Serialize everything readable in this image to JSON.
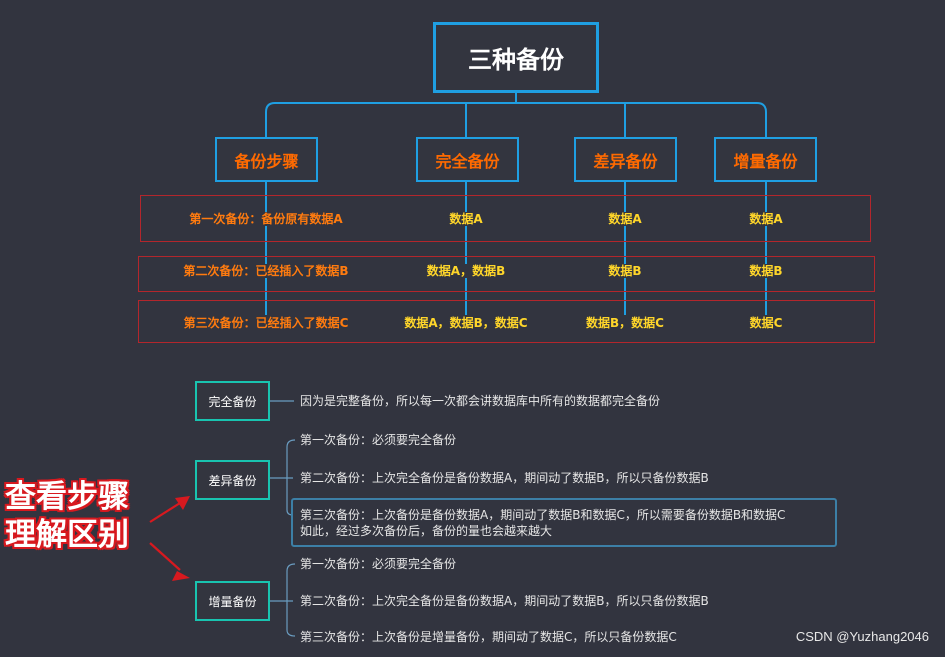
{
  "title": "三种备份",
  "columns": [
    "备份步骤",
    "完全备份",
    "差异备份",
    "增量备份"
  ],
  "table_rows": [
    {
      "step": "第一次备份：备份原有数据A",
      "full": "数据A",
      "diff": "数据A",
      "incr": "数据A"
    },
    {
      "step": "第二次备份：已经插入了数据B",
      "full": "数据A，数据B",
      "diff": "数据B",
      "incr": "数据B"
    },
    {
      "step": "第三次备份：已经插入了数据C",
      "full": "数据A，数据B，数据C",
      "diff": "数据B，数据C",
      "incr": "数据C"
    }
  ],
  "explanations": {
    "full": {
      "label": "完全备份",
      "text": "因为是完整备份，所以每一次都会讲数据库中所有的数据都完全备份"
    },
    "diff": {
      "label": "差异备份",
      "items": [
        "第一次备份：必须要完全备份",
        "第二次备份：上次完全备份是备份数据A，期间动了数据B，所以只备份数据B",
        "第三次备份：上次备份是备份数据A，期间动了数据B和数据C，所以需要备份数据B和数据C",
        "如此，经过多次备份后，备份的量也会越来越大"
      ]
    },
    "incr": {
      "label": "增量备份",
      "items": [
        "第一次备份：必须要完全备份",
        "第二次备份：上次完全备份是备份数据A，期间动了数据B，所以只备份数据B",
        "第三次备份：上次备份是增量备份，期间动了数据C，所以只备份数据C"
      ]
    }
  },
  "annotation": [
    "查看步骤",
    "理解区别"
  ],
  "watermark": "CSDN @Yuzhang2046",
  "colors": {
    "background": "#32343f",
    "blue_border": "#1f9fe2",
    "header_text": "#ff6a00",
    "step_text": "#ff7b0f",
    "value_text": "#ffd62a",
    "band_border": "#b3262c",
    "teal": "#19c4b0",
    "red_annotation": "#d7191f"
  }
}
